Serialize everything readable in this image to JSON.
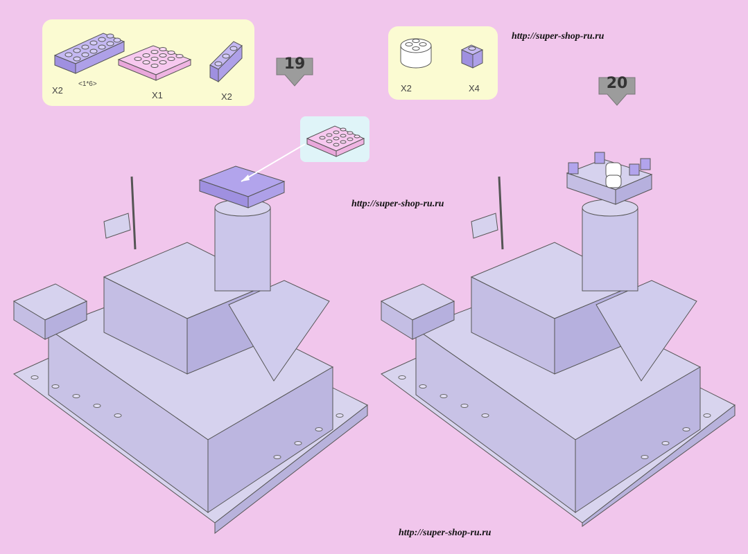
{
  "step19": {
    "number": "19",
    "parts": [
      {
        "quantity": "X2",
        "note": "<1*6>",
        "color": "#b2a4ec"
      },
      {
        "quantity": "X1",
        "color": "#f2b6e6"
      },
      {
        "quantity": "X2",
        "color": "#b2a4ec"
      }
    ]
  },
  "step20": {
    "number": "20",
    "parts": [
      {
        "quantity": "X2",
        "color": "#ffffff"
      },
      {
        "quantity": "X4",
        "color": "#b2a4ec"
      }
    ]
  },
  "watermarks": [
    "http://super-shop-ru.ru",
    "http://super-shop-ru.ru",
    "http://super-shop-ru.ru"
  ],
  "colors": {
    "background": "#f1c6ec",
    "panel": "#fbfbd2",
    "model": "#d6d2ee",
    "accent_lavender": "#b2a4ec",
    "accent_pink": "#f2b6e6"
  }
}
